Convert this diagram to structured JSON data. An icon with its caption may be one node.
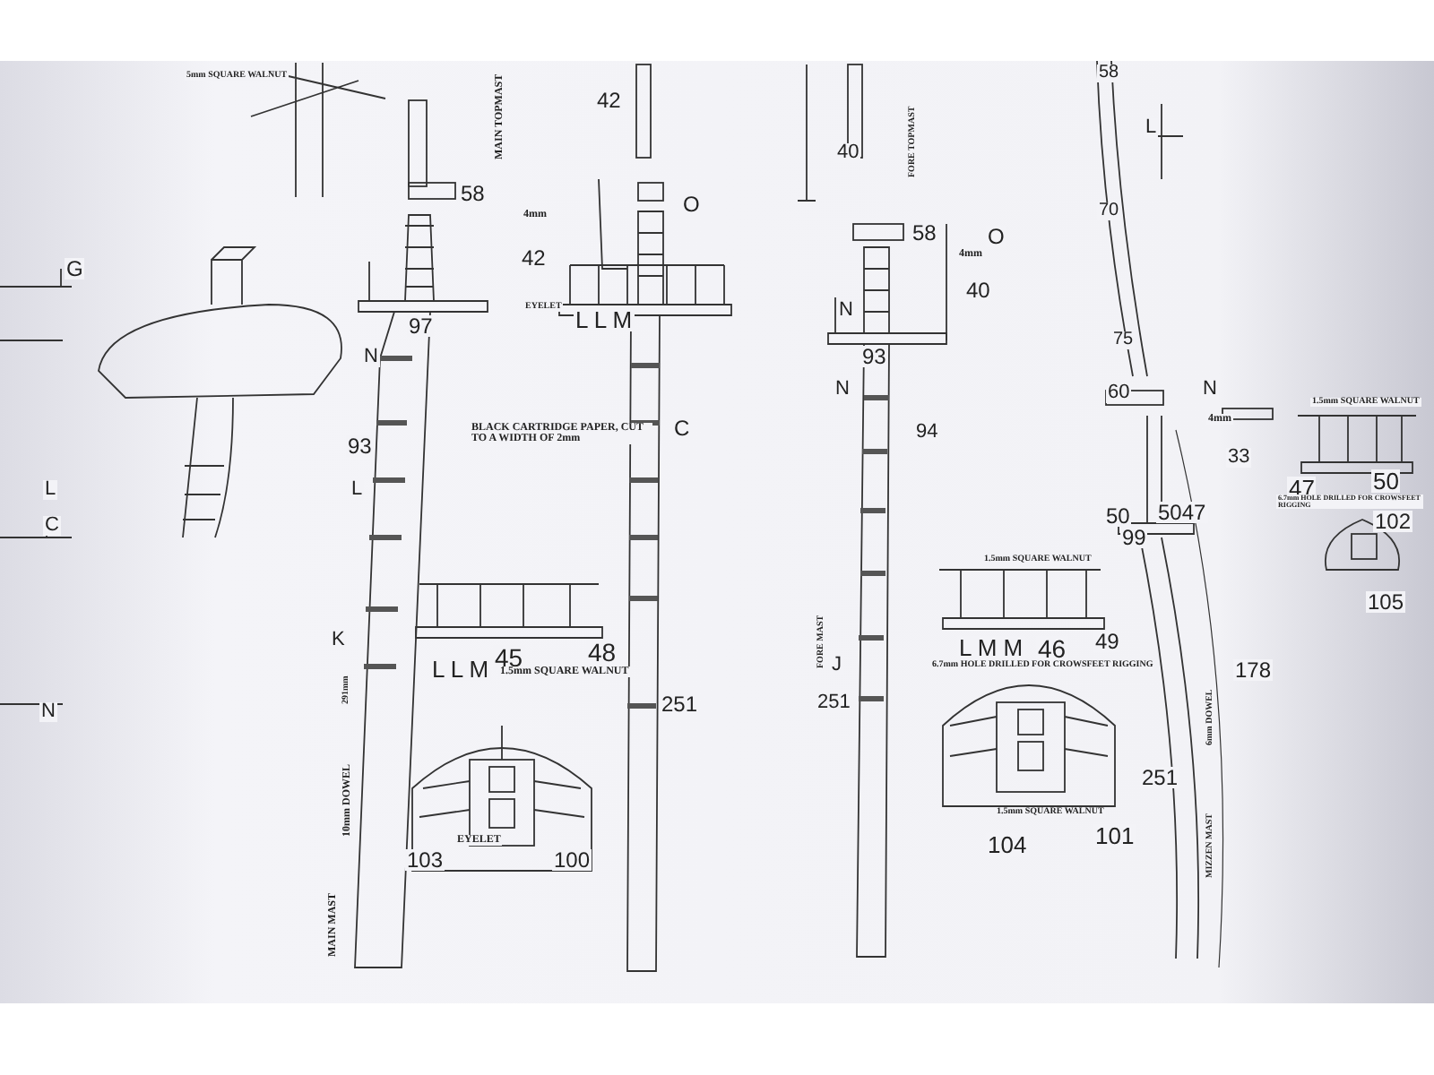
{
  "diagram": {
    "labels": [
      "5mm SQUARE WALNUT",
      "MAIN TOPMAST",
      "42",
      "FORE TOPMAST",
      "40",
      "58",
      "4mm",
      "42",
      "97",
      "N",
      "93",
      "L",
      "BLACK CARTRIDGE PAPER, CUT TO A WIDTH OF 2mm",
      "C",
      "O",
      "EYELET",
      "L L M",
      "K",
      "251",
      "L L M",
      "45",
      "48",
      "1.5mm SQUARE WALNUT",
      "EYELET",
      "103",
      "100",
      "291mm",
      "10mm DOWEL",
      "MAIN MAST",
      "G",
      "L",
      "C",
      "N",
      "58",
      "O",
      "4mm",
      "40",
      "N",
      "93",
      "N",
      "94",
      "J",
      "251",
      "FORE MAST",
      "1.5mm SQUARE WALNUT",
      "L M M",
      "46",
      "49",
      "6.7mm HOLE DRILLED FOR CROWSFEET RIGGING",
      "1.5mm SQUARE WALNUT",
      "104",
      "101",
      "58",
      "L",
      "70",
      "75",
      "60",
      "N",
      "4mm",
      "33",
      "50",
      "5047",
      "99",
      "251",
      "178",
      "6mm DOWEL",
      "MIZZEN MAST",
      "1.5mm SQUARE WALNUT",
      "47",
      "50",
      "6.7mm HOLE DRILLED FOR CROWSFEET RIGGING",
      "102",
      "105"
    ]
  }
}
